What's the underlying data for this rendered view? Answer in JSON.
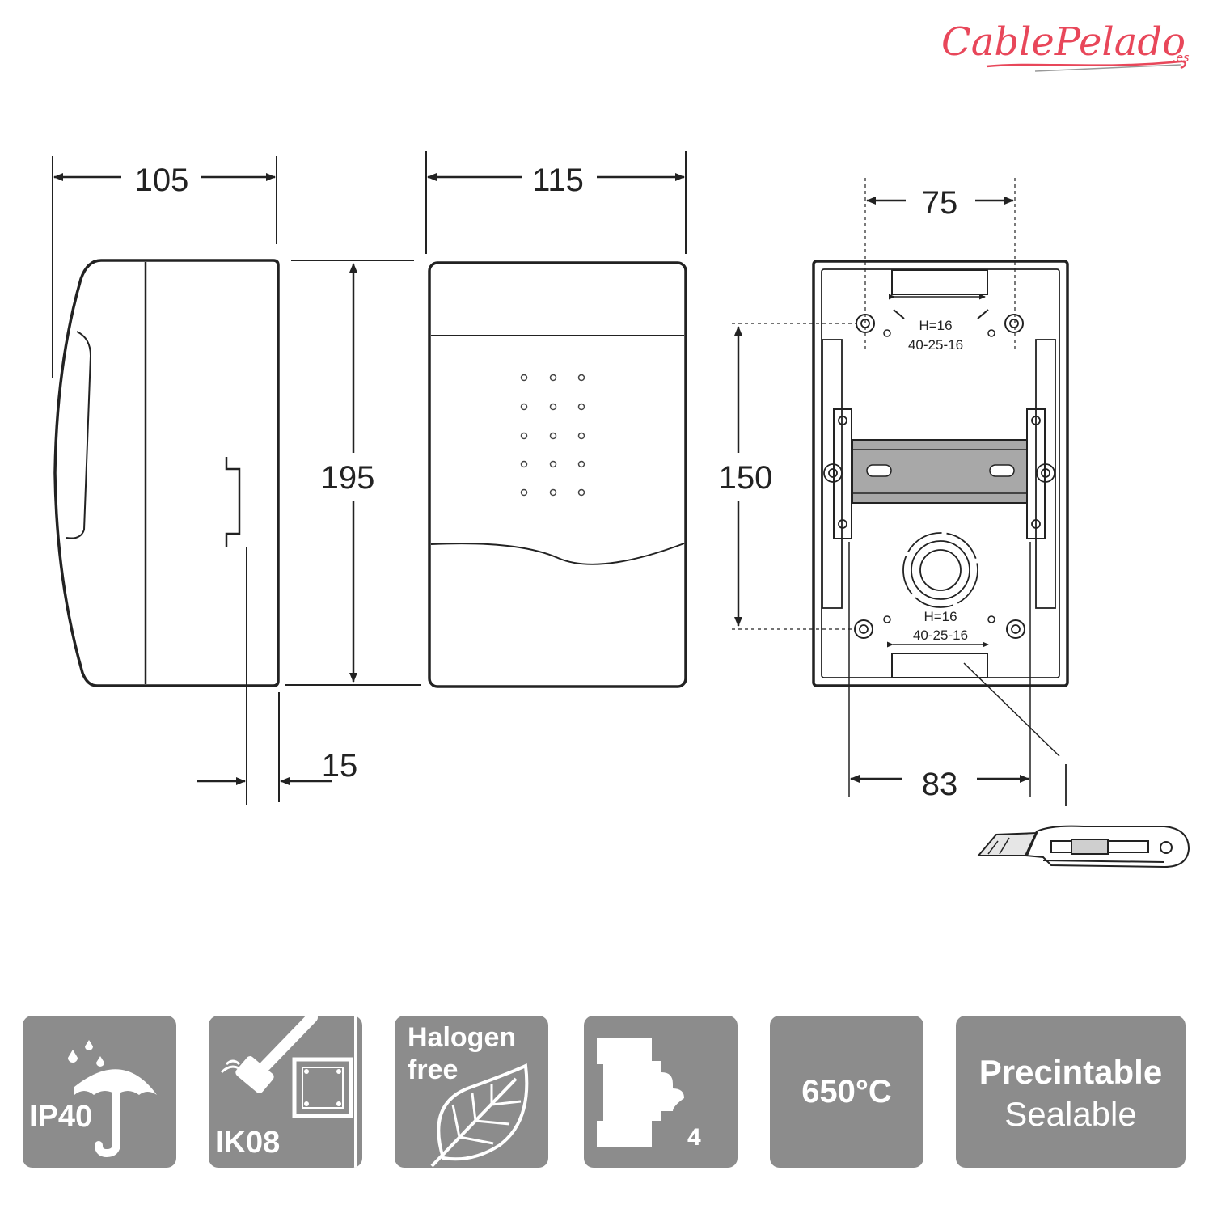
{
  "brand": {
    "name": "CablePelado",
    "suffix": ".es",
    "color": "#e8475a"
  },
  "dimensions": {
    "side_depth": "105",
    "front_width": "115",
    "height": "195",
    "rail_offset": "15",
    "back_top_width": "75",
    "back_height": "150",
    "back_bottom_width": "83"
  },
  "back_labels": {
    "top_h": "H=16",
    "top_sizes": "40-25-16",
    "bottom_h": "H=16",
    "bottom_sizes": "40-25-16"
  },
  "badges": [
    {
      "id": "ip40",
      "label": "IP40",
      "icon": "umbrella-rain-icon"
    },
    {
      "id": "ik08",
      "label": "IK08",
      "icon": "hammer-impact-icon"
    },
    {
      "id": "halogen",
      "line1": "Halogen",
      "line2": "free",
      "icon": "leaf-icon"
    },
    {
      "id": "modules",
      "label": "4",
      "icon": "breaker-module-icon"
    },
    {
      "id": "temp",
      "label": "650°C"
    },
    {
      "id": "seal",
      "line1": "Precintable",
      "line2": "Sealable"
    }
  ],
  "colors": {
    "badge_bg": "#8c8c8c",
    "line": "#222222",
    "rail": "#a8a8a8"
  }
}
